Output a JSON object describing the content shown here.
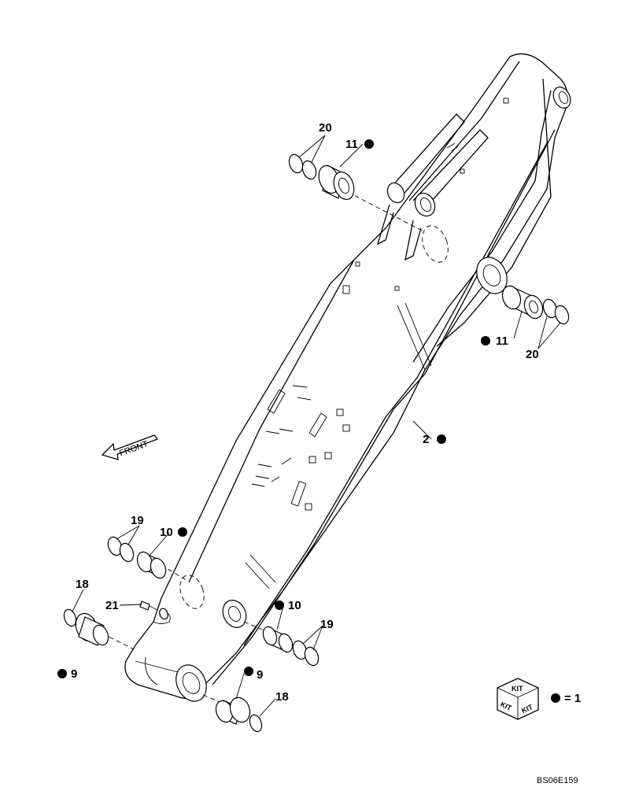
{
  "callouts": {
    "c20_top": "20",
    "c11_top": "11",
    "c11_right": "11",
    "c20_right": "20",
    "c2": "2",
    "c19_left": "19",
    "c10_left": "10",
    "c18_left": "18",
    "c21": "21",
    "c10_right": "10",
    "c19_right": "19",
    "c9_left": "9",
    "c9_right": "9",
    "c18_right": "18"
  },
  "front_arrow": {
    "label": "FRONT"
  },
  "kit_legend": {
    "box_text_top": "KIT",
    "box_text_left": "KIT",
    "box_text_right": "KIT",
    "equals_text": "= 1"
  },
  "drawing_code": "BS06E159"
}
